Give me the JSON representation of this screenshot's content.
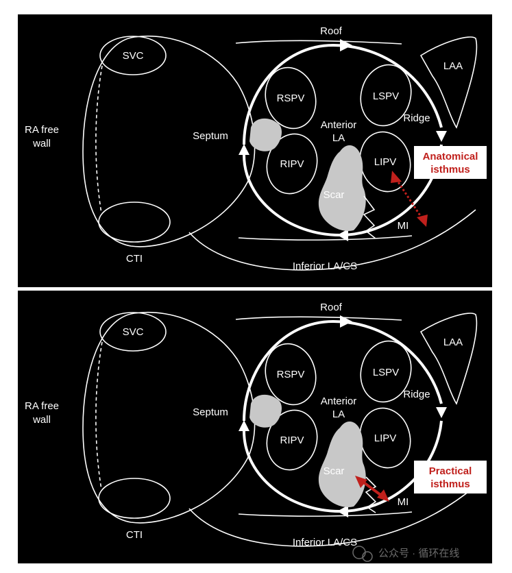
{
  "panels": [
    {
      "svc": "SVC",
      "cti": "CTI",
      "ra_free_wall": [
        "RA free",
        "wall"
      ],
      "septum": "Septum",
      "roof": "Roof",
      "laa": "LAA",
      "rspv": "RSPV",
      "lspv": "LSPV",
      "ripv": "RIPV",
      "lipv": "LIPV",
      "anterior_la": [
        "Anterior",
        "LA"
      ],
      "ridge": "Ridge",
      "scar": "Scar",
      "mi": "MI",
      "inferior": "Inferior LA/CS",
      "callout": [
        "Anatomical",
        "isthmus"
      ]
    },
    {
      "svc": "SVC",
      "cti": "CTI",
      "ra_free_wall": [
        "RA free",
        "wall"
      ],
      "septum": "Septum",
      "roof": "Roof",
      "laa": "LAA",
      "rspv": "RSPV",
      "lspv": "LSPV",
      "ripv": "RIPV",
      "lipv": "LIPV",
      "anterior_la": [
        "Anterior",
        "LA"
      ],
      "ridge": "Ridge",
      "scar": "Scar",
      "mi": "MI",
      "inferior": "Inferior LA/CS",
      "callout": [
        "Practical",
        "isthmus"
      ]
    }
  ],
  "watermark": "公众号 · 循环在线",
  "colors": {
    "background": "#000000",
    "line": "#ffffff",
    "callout_text": "#c0201c",
    "scar": "#c8c8c8"
  }
}
